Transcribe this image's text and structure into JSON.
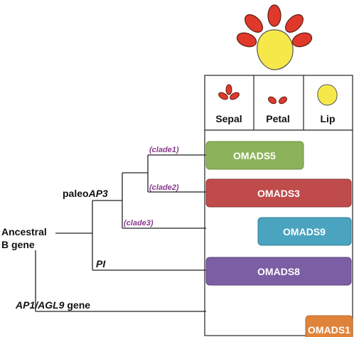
{
  "tree": {
    "root_label_line1": "Ancestral",
    "root_label_line2": "B gene",
    "paleo_prefix": "paleo",
    "paleo_suffix": "AP3",
    "pi_label": "PI",
    "outgroup_gene": "AP1/AGL9",
    "outgroup_suffix": " gene",
    "clades": [
      "(clade1)",
      "(clade2)",
      "(clade3)"
    ]
  },
  "table": {
    "headers": [
      "Sepal",
      "Petal",
      "Lip"
    ]
  },
  "genes": [
    {
      "name": "OMADS5",
      "color": "#8db35a"
    },
    {
      "name": "OMADS3",
      "color": "#bf4b4b"
    },
    {
      "name": "OMADS9",
      "color": "#4aa3bf"
    },
    {
      "name": "OMADS8",
      "color": "#7b5ea3"
    },
    {
      "name": "OMADS1",
      "color": "#e0833a"
    }
  ],
  "colors": {
    "petal_red": "#e0392b",
    "lip_yellow": "#f7e84a",
    "clade_purple": "#8a3a8e",
    "line": "#222222"
  }
}
